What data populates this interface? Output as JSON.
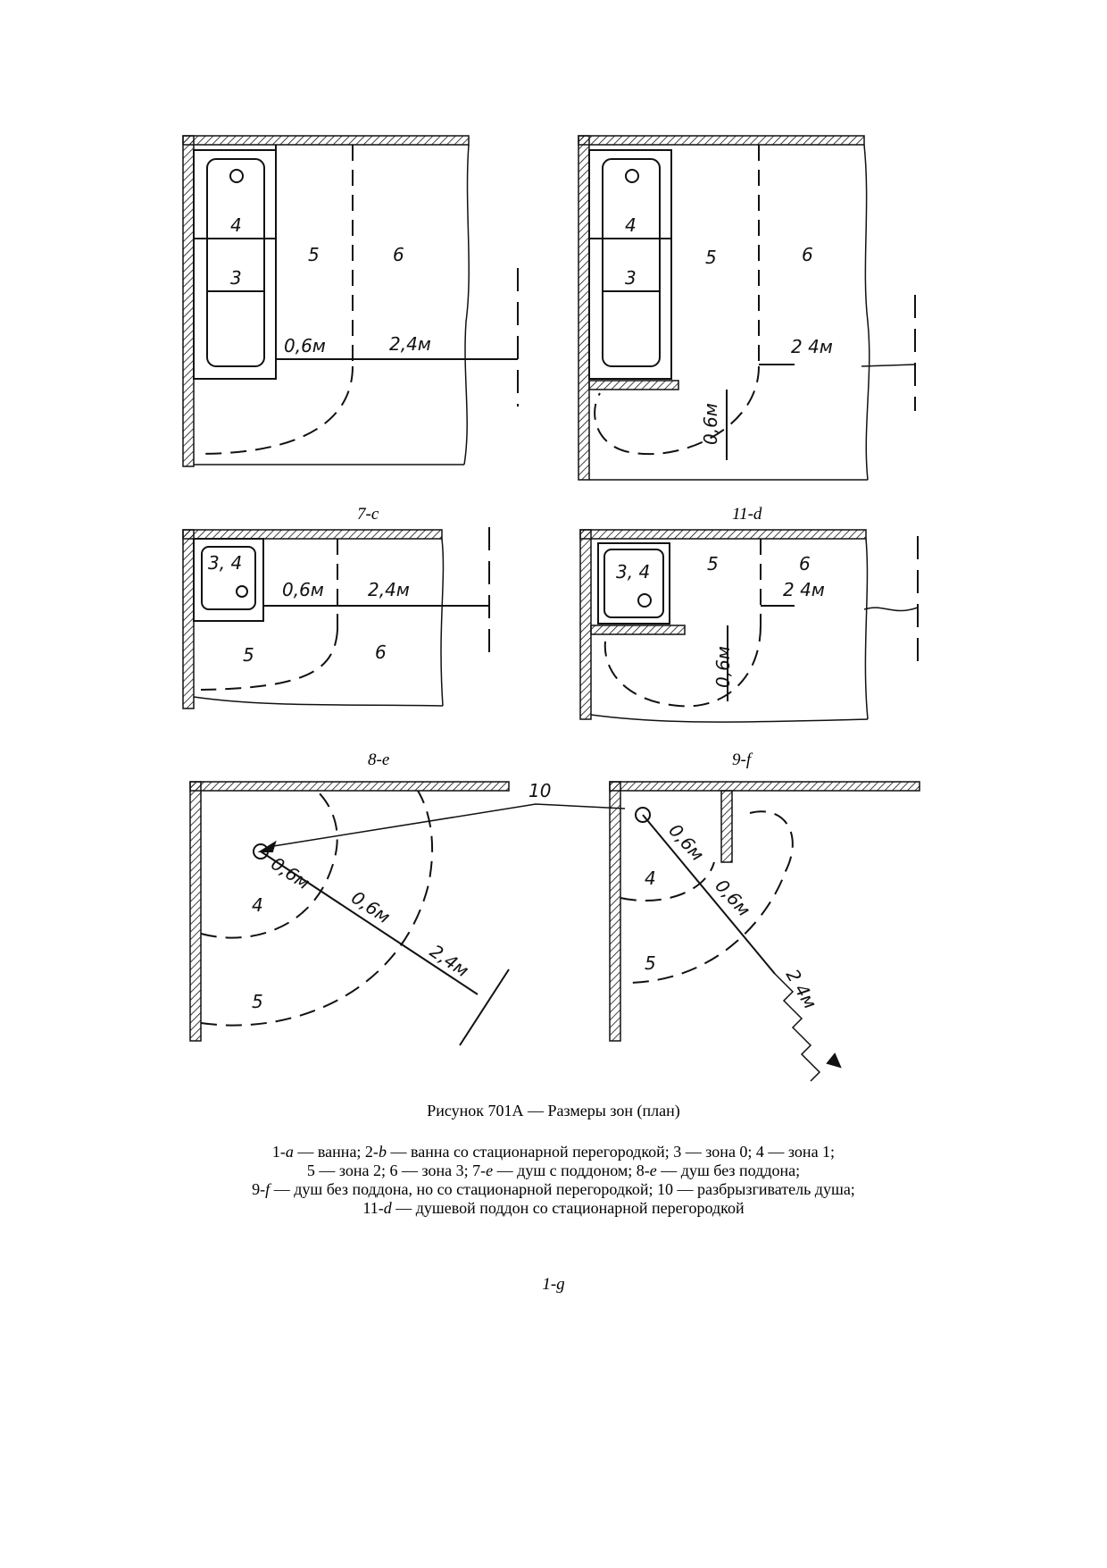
{
  "panel_labels": {
    "p1": "7-c",
    "p2": "11-d",
    "p3": "8-e",
    "p4": "9-f",
    "p5": "1-g"
  },
  "drawing_marks": {
    "zone_3": "3",
    "zone_4": "4",
    "zone_5": "5",
    "zone_6": "6",
    "zone_34": "3, 4",
    "dim_06": "0,6м",
    "dim_24": "2,4м",
    "dim_24_alt": "2 4м",
    "item_10": "10"
  },
  "caption": {
    "title": "Рисунок 701А — Размеры зон (план)",
    "legend": [
      [
        "1-",
        "a",
        " — ванна; 2-",
        "b",
        " — ванна со стационарной перегородкой; 3 — зона 0; 4 —  зона 1;"
      ],
      [
        "5 — зона 2; 6 — зона 3; 7-",
        "e",
        " — душ с поддоном; 8-",
        "e",
        " — душ без поддона;"
      ],
      [
        "9-",
        "f",
        " — душ без поддона, но со стационарной перегородкой; 10 — разбрызгиватель душа;"
      ],
      [
        "11-",
        "d",
        " — душевой поддон со стационарной перегородкой"
      ]
    ]
  },
  "colors": {
    "ink": "#111111",
    "paper": "#ffffff"
  }
}
